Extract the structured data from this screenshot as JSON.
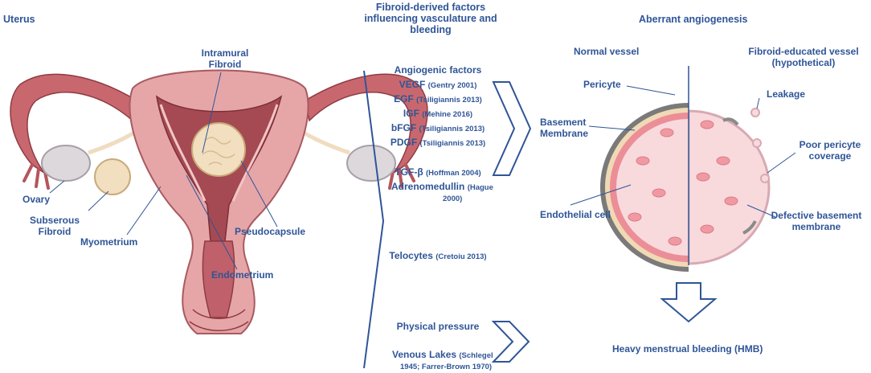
{
  "uterus": {
    "title": "Uterus",
    "intramural_1": "Intramural",
    "intramural_2": "Fibroid",
    "ovary": "Ovary",
    "subserous_1": "Subserous",
    "subserous_2": "Fibroid",
    "myometrium": "Myometrium",
    "pseudocapsule": "Pseudocapsule",
    "endometrium": "Endometrium"
  },
  "factors": {
    "title_1": "Fibroid-derived factors",
    "title_2": "influencing vasculature and",
    "title_3": "bleeding",
    "angiogenic_heading": "Angiogenic factors",
    "items": [
      {
        "name": "VEGF",
        "ref": "(Gentry 2001)"
      },
      {
        "name": "EGF",
        "ref": "(Tsiligiannis 2013)"
      },
      {
        "name": "IGF",
        "ref": "(Mehine 2016)"
      },
      {
        "name": "bFGF",
        "ref": "(Tsiligiannis 2013)"
      },
      {
        "name": "PDGF",
        "ref": "(Tsiligiannis 2013)"
      }
    ],
    "tgf": {
      "name": "TGF-β",
      "ref": "(Hoffman 2004)"
    },
    "adrenomedullin": {
      "name": "Adrenomedullin",
      "ref": "(Hague",
      "ref2": "2000)"
    },
    "telocytes": {
      "name": "Telocytes",
      "ref": "(Cretoiu 2013)"
    },
    "physical_pressure": "Physical pressure",
    "venous": {
      "name": "Venous Lakes",
      "ref": "(Schlegel",
      "ref2": "1945; Farrer-Brown 1970)"
    }
  },
  "angiogenesis": {
    "title": "Aberrant angiogenesis",
    "normal_vessel": "Normal vessel",
    "fibroid_vessel_1": "Fibroid-educated vessel",
    "fibroid_vessel_2": "(hypothetical)",
    "pericyte": "Pericyte",
    "leakage": "Leakage",
    "basement_1": "Basement",
    "basement_2": "Membrane",
    "poor_pericyte_1": "Poor pericyte",
    "poor_pericyte_2": "coverage",
    "endothelial": "Endothelial cell",
    "defective_1": "Defective basement",
    "defective_2": "membrane",
    "hmb": "Heavy menstrual bleeding (HMB)"
  },
  "colors": {
    "label": "#2f5597",
    "arrow": "#2f5597",
    "uterus_outer": "#e6a6a8",
    "uterus_inner": "#a54a52",
    "fibroid": "#f1dfbf",
    "vessel_fill": "#f8dadd",
    "pericyte": "#6e6e6e"
  }
}
